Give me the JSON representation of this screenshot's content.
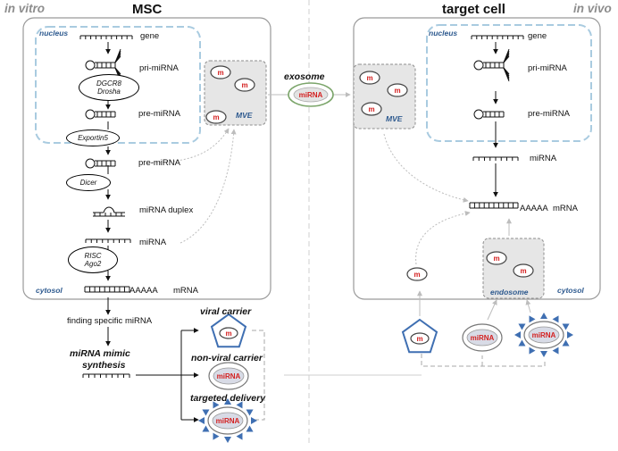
{
  "corner_labels": {
    "left": "in vitro",
    "right": "in vivo"
  },
  "panels": {
    "msc": {
      "title": "MSC",
      "nucleus": "nucleus",
      "cytosol": "cytosol",
      "mve": "MVE",
      "steps": {
        "gene": "gene",
        "pri_mirna": "pri-miRNA",
        "processor": [
          "DGCR8",
          "Drosha"
        ],
        "pre_mirna_nuclear": "pre-miRNA",
        "exportin": "Exportin5",
        "pre_mirna_cyto": "pre-miRNA",
        "dicer": "Dicer",
        "duplex": "miRNA duplex",
        "mirna": "miRNA",
        "risc": [
          "RISC",
          "Ago2"
        ],
        "mrna": "mRNA",
        "poly_a": "AAAAA"
      }
    },
    "target": {
      "title": "target cell",
      "nucleus": "nucleus",
      "cytosol": "cytosol",
      "mve": "MVE",
      "endosome": "endosome",
      "steps": {
        "gene": "gene",
        "pri_mirna": "pri-miRNA",
        "pre_mirna": "pre-miRNA",
        "mirna": "miRNA",
        "mrna": "mRNA",
        "poly_a": "AAAAA"
      }
    }
  },
  "exosome": {
    "label": "exosome",
    "content": "miRNA"
  },
  "vesicle_marker": "m",
  "synthesis": {
    "finding": "finding specific miRNA",
    "mimic": [
      "miRNA mimic",
      "synthesis"
    ]
  },
  "carriers": {
    "viral": "viral carrier",
    "non_viral": "non-viral carrier",
    "targeted": "targeted delivery",
    "content": "miRNA"
  },
  "colors": {
    "nucleus_border": "#a9cbe0",
    "marker_red": "#d42020",
    "carrier_blue": "#3f6fb2",
    "accent_label": "#2e5a8f",
    "exosome_border": "#7ba56a"
  }
}
